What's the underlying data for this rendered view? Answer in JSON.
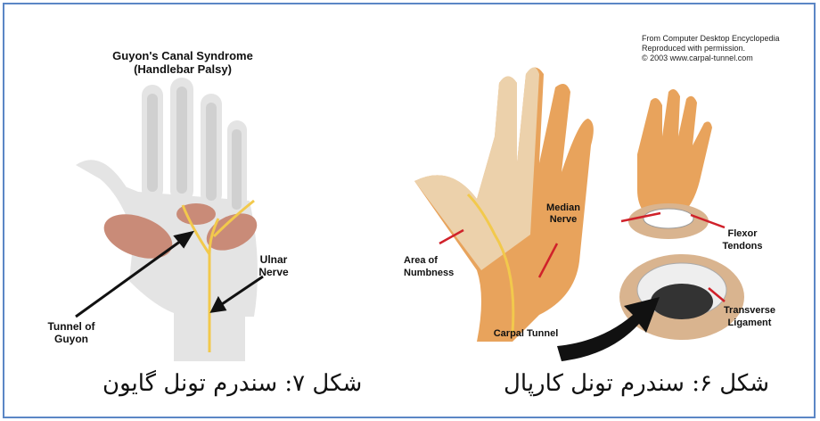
{
  "figures": {
    "left": {
      "title_line1": "Guyon's Canal Syndrome",
      "title_line2": "(Handlebar Palsy)",
      "ulnar_line1": "Ulnar",
      "ulnar_line2": "Nerve",
      "tunnel_line1": "Tunnel of",
      "tunnel_line2": "Guyon",
      "caption": "شکل ۷: سندرم تونل گایون"
    },
    "right": {
      "credit_line1": "From Computer Desktop Encyclopedia",
      "credit_line2": "Reproduced with permission.",
      "credit_line3": "© 2003 www.carpal-tunnel.com",
      "median_line1": "Median",
      "median_line2": "Nerve",
      "numb_line1": "Area of",
      "numb_line2": "Numbness",
      "flexor_line1": "Flexor",
      "flexor_line2": "Tendons",
      "transverse_line1": "Transverse",
      "transverse_line2": "Ligament",
      "carpal_tunnel": "Carpal Tunnel",
      "caption": "شکل ۶: سندرم تونل کارپال"
    }
  },
  "colors": {
    "frame_border": "#5b86c5",
    "nerve": "#f2c94c",
    "muscle": "#c98b78",
    "bone": "#d7d7d7",
    "skin": "#e8a35c",
    "arrow_red": "#d0212a"
  }
}
